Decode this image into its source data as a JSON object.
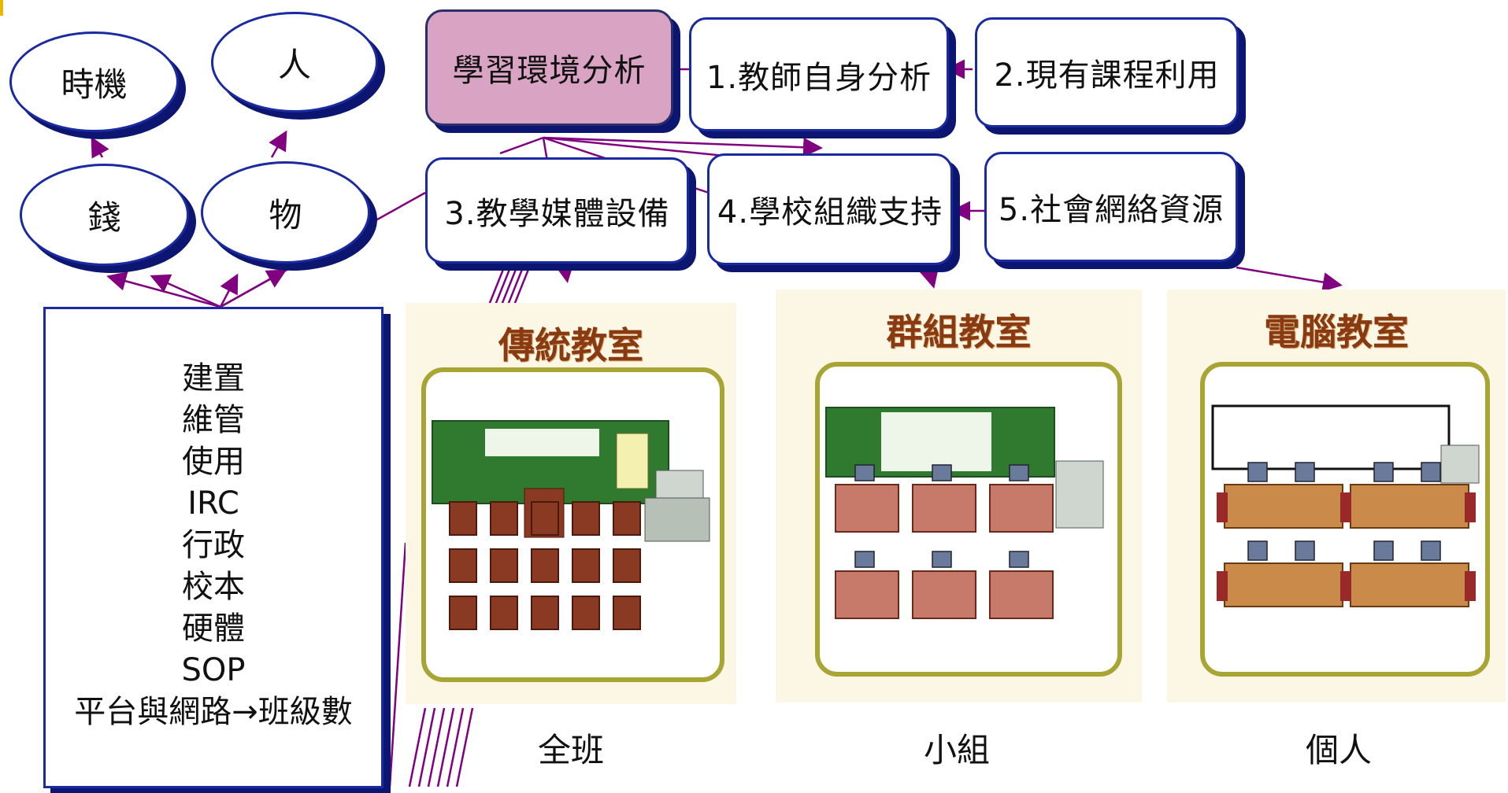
{
  "ellipses": {
    "timing": "時機",
    "people": "人",
    "money": "錢",
    "things": "物"
  },
  "nodes": {
    "env_analysis": "學習環境分析",
    "teacher": "1.教師自身分析",
    "curriculum": "2.現有課程利用",
    "media": "3.教學媒體設備",
    "school": "4.學校組織支持",
    "social": "5.社會網絡資源"
  },
  "list_items": [
    "建置",
    "維管",
    "使用",
    "IRC",
    "行政",
    "校本",
    "硬體",
    "SOP",
    "平台與網路→班級數"
  ],
  "classrooms": [
    {
      "title": "傳統教室",
      "caption": "全班"
    },
    {
      "title": "群組教室",
      "caption": "小組"
    },
    {
      "title": "電腦教室",
      "caption": "個人"
    }
  ],
  "colors": {
    "border": "#1a2aa0",
    "shadow": "#0c1670",
    "primary_fill": "#d9a3c3",
    "connector": "#800080",
    "panel_title": "#8a3a10",
    "frame": "#a8a534",
    "board_green": "#2f7a2f",
    "desk": "#8a3a22"
  }
}
